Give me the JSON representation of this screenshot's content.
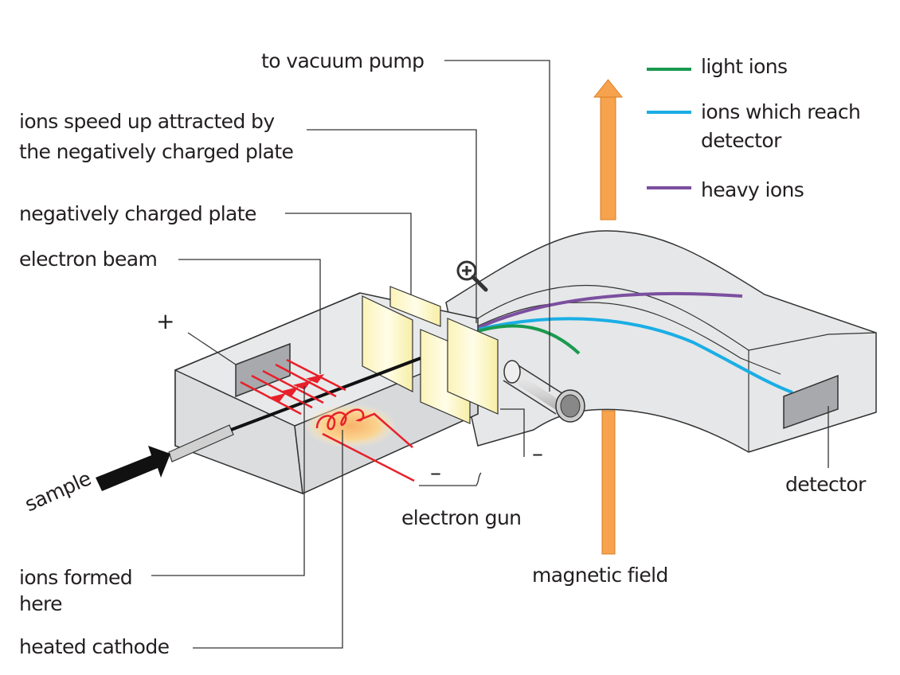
{
  "title": "Mass spectrometer diagram",
  "labels": {
    "vacuum_pump": "to vacuum pump",
    "ions_speed_up": "ions speed up attracted by\nthe negatively charged plate",
    "ions_speed_up_line1": "ions speed up attracted by",
    "ions_speed_up_line2": "the negatively charged plate",
    "negative_plate": "negatively charged plate",
    "electron_beam": "electron beam",
    "ions_formed_line1": "ions formed",
    "ions_formed_line2": "here",
    "heated_cathode": "heated cathode",
    "sample": "sample",
    "electron_gun": "electron gun",
    "magnetic_field": "magnetic field",
    "detector": "detector",
    "plus_sign": "+",
    "minus_sign_gun": "–",
    "minus_sign_plate": "–"
  },
  "legend": [
    {
      "label": "light ions",
      "color": "#1a9a50"
    },
    {
      "label_line1": "ions which reach",
      "label_line2": "detector",
      "color": "#1aaee5"
    },
    {
      "label": "heavy ions",
      "color": "#7b4fa0"
    }
  ],
  "colors": {
    "magnetic_field_arrow": "#f7a24d",
    "electron_beam_arrows": "#e8202a",
    "plate_fill": "#fdf8cc",
    "chamber_fill": "#e4e5e7",
    "detector_fill": "#a7a9ac"
  },
  "zoom_control": {
    "icon": "zoom-in-icon"
  }
}
